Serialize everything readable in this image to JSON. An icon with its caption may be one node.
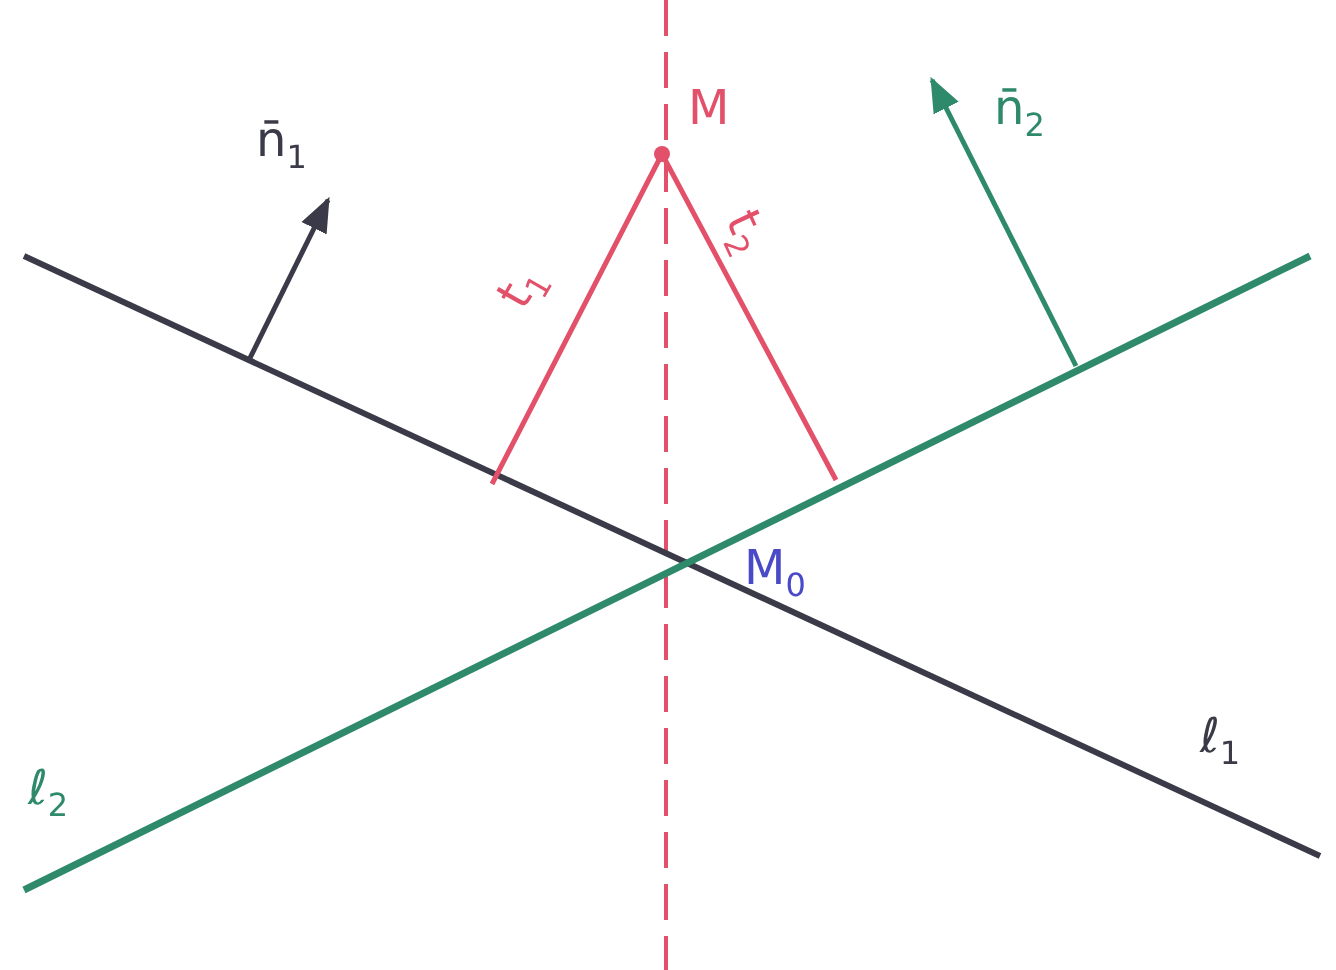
{
  "diagram": {
    "labels": [
      "n̄$_{1}$",
      "M",
      "n̄$_{2}$",
      "t$_{1}$",
      "t$_{2}$",
      "M$_{0}$",
      "ℓ$_{2}$",
      "ℓ$_{1}$"
    ]
  }
}
